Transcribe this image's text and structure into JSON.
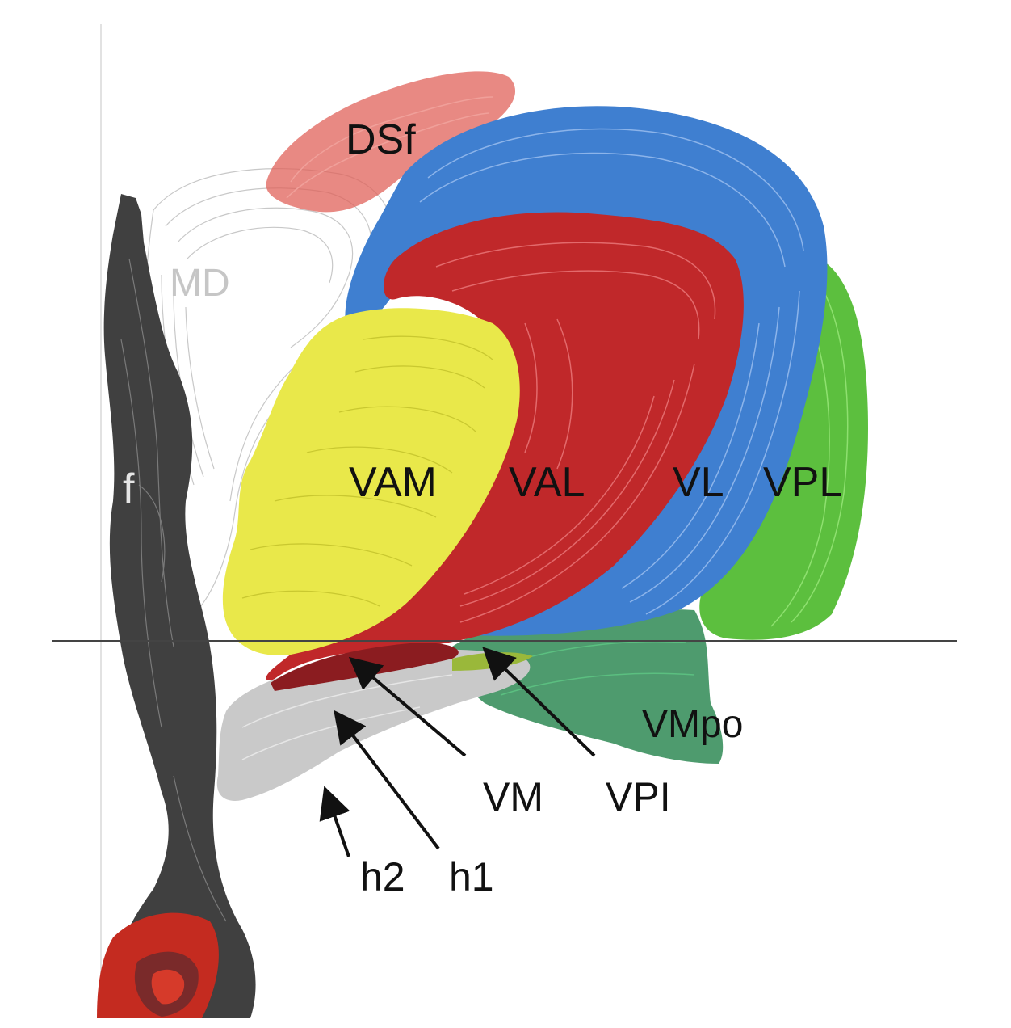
{
  "labels": {
    "dsf": "DSf",
    "md": "MD",
    "f": "f",
    "vam": "VAM",
    "val": "VAL",
    "vl": "VL",
    "vpl": "VPL",
    "vmpo": "VMpo",
    "vm": "VM",
    "vpi": "VPI",
    "h2": "h2",
    "h1": "h1"
  },
  "colors": {
    "dsf": "#e0615a",
    "md": "#bdbdbd",
    "fornix": "#404040",
    "vam": "#e9e84a",
    "val": "#c0282a",
    "vl": "#3f7fd0",
    "vpl": "#5cbf3e",
    "vmpo": "#2f8a55",
    "h_fields": "#c9c9c9",
    "label_dark": "#111111",
    "label_light": "#e6e6e6",
    "label_md": "#c6c6c6"
  }
}
